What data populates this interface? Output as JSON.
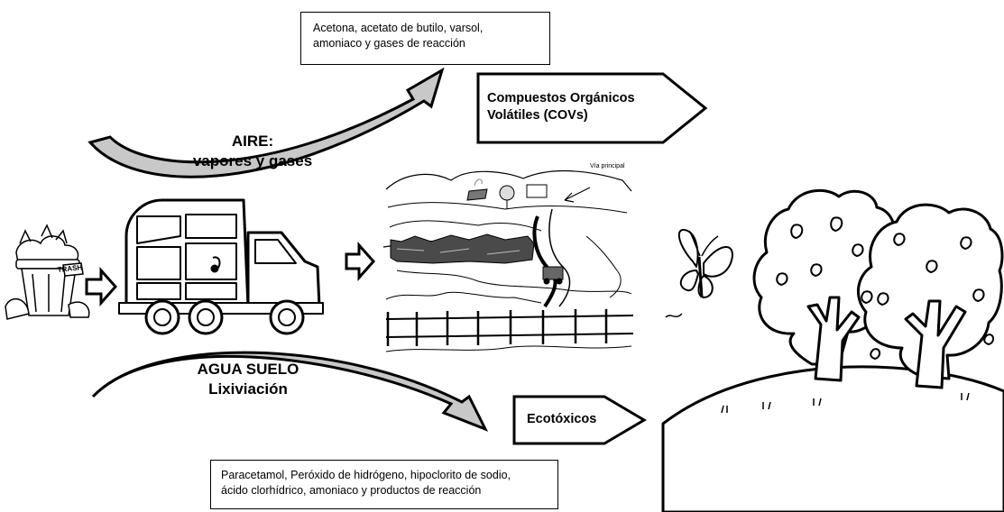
{
  "boxes": {
    "air_emissions": {
      "line1": "Acetona, acetato de butilo, varsol,",
      "line2": "amoniaco y gases de reacción"
    },
    "water_emissions": {
      "line1": "Paracetamol, Peróxido de hidrógeno, hipoclorito de sodio,",
      "line2": "ácido clorhídrico, amoniaco y productos de reacción"
    }
  },
  "flows": {
    "air": {
      "line1": "AIRE:",
      "line2": "vapores y gases"
    },
    "water": {
      "line1": "AGUA SUELO",
      "line2": "Lixiviación"
    }
  },
  "tags": {
    "cov": {
      "line1": "Compuestos Orgánicos",
      "line2": "Volátiles (COVs)"
    },
    "ecotox": {
      "label": "Ecotóxicos"
    }
  },
  "illustrations": {
    "trash_can_label": "TRASH",
    "landfill_road_label": "Vía principal",
    "items": [
      "trash-can-icon",
      "garbage-truck-icon",
      "landfill-scene",
      "butterfly-icon",
      "trees-scene"
    ]
  }
}
